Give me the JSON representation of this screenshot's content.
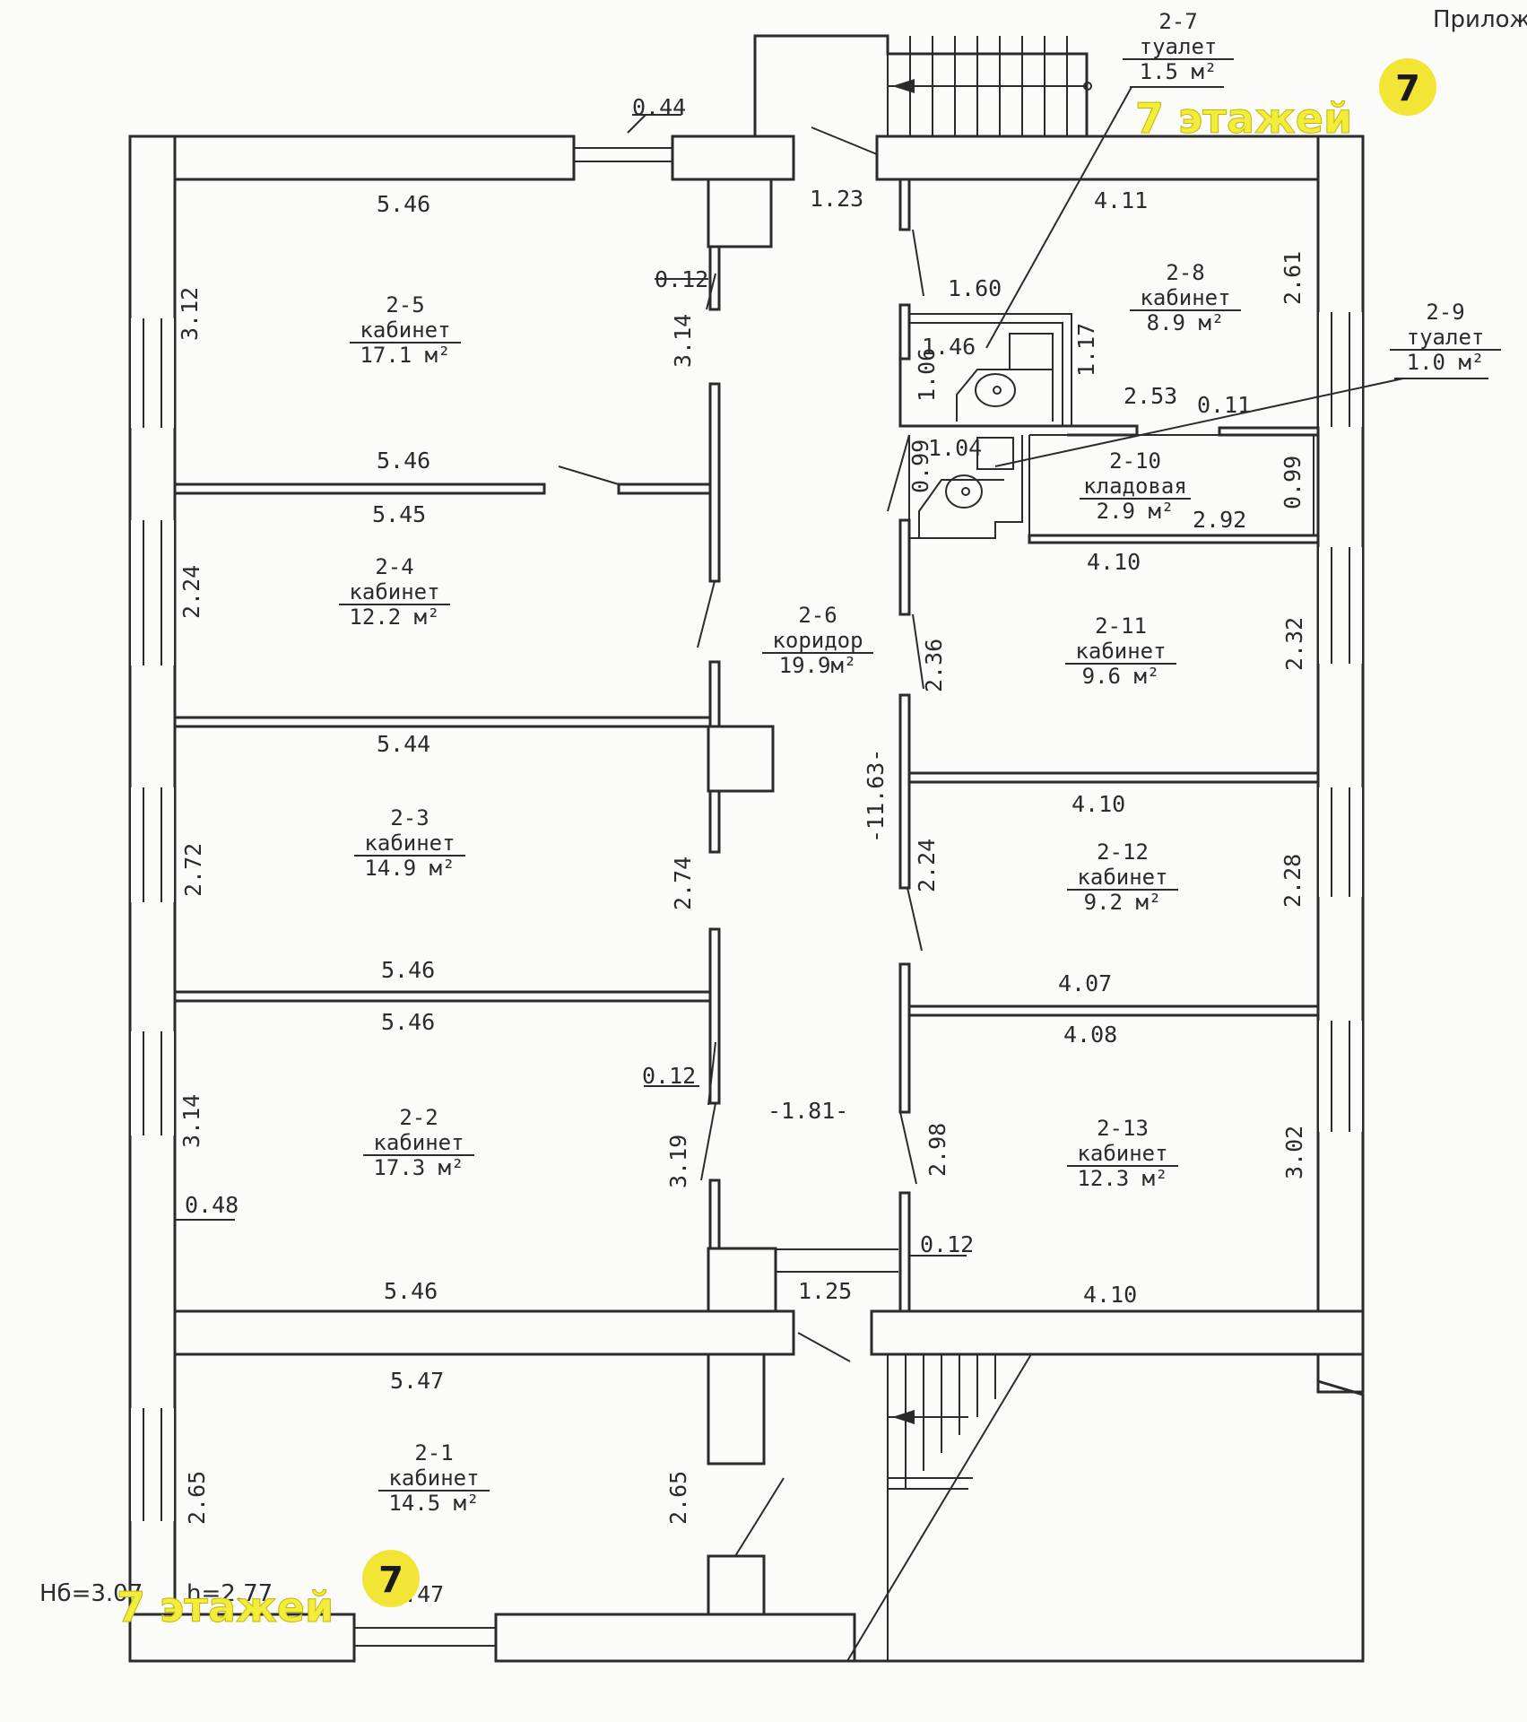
{
  "appendix_label": "Прилож",
  "watermark": {
    "text": "7 этажей",
    "badge": "7",
    "color": "#f2ec3c"
  },
  "heights": {
    "floor_height": "Нб=3.07",
    "room_height": "h=2.77"
  },
  "rooms": [
    {
      "id": "r2-1",
      "number": "2-1",
      "name": "кабинет",
      "area": "14.5 м²"
    },
    {
      "id": "r2-2",
      "number": "2-2",
      "name": "кабинет",
      "area": "17.3 м²"
    },
    {
      "id": "r2-3",
      "number": "2-3",
      "name": "кабинет",
      "area": "14.9 м²"
    },
    {
      "id": "r2-4",
      "number": "2-4",
      "name": "кабинет",
      "area": "12.2 м²"
    },
    {
      "id": "r2-5",
      "number": "2-5",
      "name": "кабинет",
      "area": "17.1 м²"
    },
    {
      "id": "r2-6",
      "number": "2-6",
      "name": "коридор",
      "area": "19.9м²"
    },
    {
      "id": "r2-7",
      "number": "2-7",
      "name": "туалет",
      "area": "1.5 м²"
    },
    {
      "id": "r2-8",
      "number": "2-8",
      "name": "кабинет",
      "area": "8.9 м²"
    },
    {
      "id": "r2-9",
      "number": "2-9",
      "name": "туалет",
      "area": "1.0 м²"
    },
    {
      "id": "r2-10",
      "number": "2-10",
      "name": "кладовая",
      "area": "2.9 м²"
    },
    {
      "id": "r2-11",
      "number": "2-11",
      "name": "кабинет",
      "area": "9.6 м²"
    },
    {
      "id": "r2-12",
      "number": "2-12",
      "name": "кабинет",
      "area": "9.2 м²"
    },
    {
      "id": "r2-13",
      "number": "2-13",
      "name": "кабинет",
      "area": "12.3 м²"
    }
  ],
  "dimensions": {
    "d044": "0.44",
    "d546_top": "5.46",
    "d123": "1.23",
    "d411": "4.11",
    "d012_a": "0.12",
    "d312": "3.12",
    "d314_a": "3.14",
    "d261": "2.61",
    "d160": "1.60",
    "d146": "1.46",
    "d117": "1.17",
    "d106": "1.06",
    "d253": "2.53",
    "d011": "0.11",
    "d104": "1.04",
    "d099_a": "0.99",
    "d099_b": "0.99",
    "d292": "2.92",
    "d546_b": "5.46",
    "d545": "5.45",
    "d224_a": "2.24",
    "d410_a": "4.10",
    "d236": "2.36",
    "d232": "2.32",
    "d544": "5.44",
    "d1163": "-11.63-",
    "d410_b": "4.10",
    "d272": "2.72",
    "d274": "2.74",
    "d224_b": "2.24",
    "d228": "2.28",
    "d546_c": "5.46",
    "d407": "4.07",
    "d546_d": "5.46",
    "d408": "4.08",
    "d012_b": "0.12",
    "d314_b": "3.14",
    "d181": "-1.81-",
    "d298": "2.98",
    "d302": "3.02",
    "d319": "3.19",
    "d048": "0.48",
    "d012_c": "0.12",
    "d125": "1.25",
    "d546_e": "5.46",
    "d410_c": "4.10",
    "d547_a": "5.47",
    "d265_a": "2.65",
    "d265_b": "2.65",
    "d547_b": "5.47"
  }
}
